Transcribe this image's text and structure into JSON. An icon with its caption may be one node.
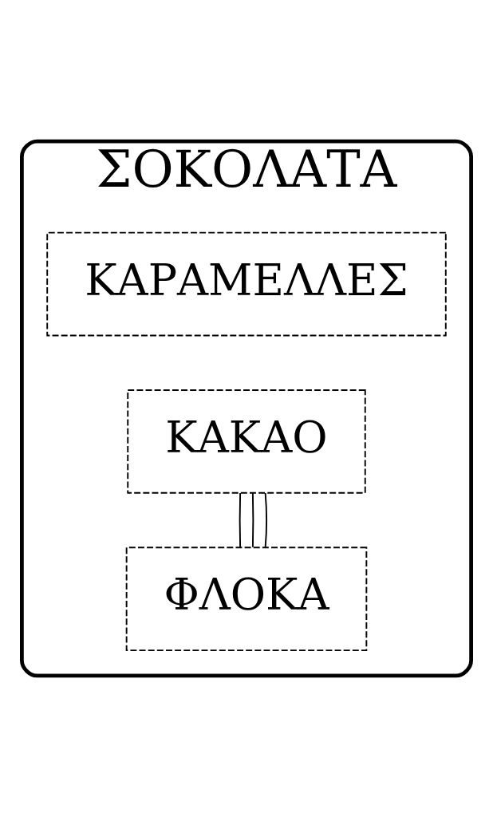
{
  "diagram": {
    "nodes": [
      {
        "text": [
          "ΣΟΚΟΛΑΤΑ"
        ]
      },
      {
        "text": [
          "ΚΑΡΑΜΕΛΛΕΣ"
        ],
        "in": 0
      },
      {
        "text": [
          "ΚΑΚΑΟ"
        ],
        "in": 0
      },
      {
        "text": [
          "ΦΛΟΚΑ"
        ],
        "in": 0
      }
    ],
    "edges": [
      {
        "from": 2,
        "to": 3,
        "arrow": "none"
      },
      {
        "from": 2,
        "to": 3,
        "arrow": "none"
      },
      {
        "from": 2,
        "to": 3,
        "arrow": "none"
      }
    ]
  }
}
